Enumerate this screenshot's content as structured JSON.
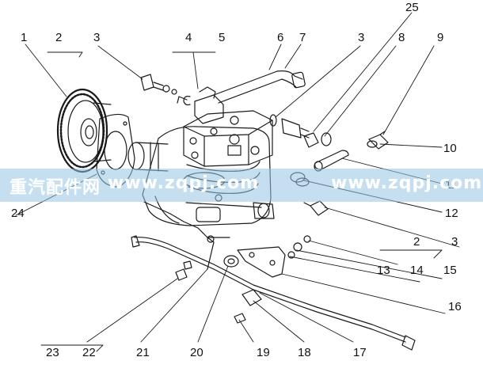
{
  "callouts": {
    "1": "1",
    "2": "2",
    "3": "3",
    "4": "4",
    "5": "5",
    "6": "6",
    "7": "7",
    "3b": "3",
    "8": "8",
    "9": "9",
    "25": "25",
    "10": "10",
    "11": "11",
    "12": "12",
    "2b": "2",
    "3c": "3",
    "13": "13",
    "14": "14",
    "15": "15",
    "16": "16",
    "24": "24",
    "23": "23",
    "22": "22",
    "21": "21",
    "20": "20",
    "19": "19",
    "18": "18",
    "17": "17"
  },
  "watermark": {
    "brand": "重汽配件网",
    "site_left": "www.zqpj.com",
    "site_right": "www.zqpj.com"
  },
  "colors": {
    "line": "#1a1a1a",
    "banner": "#96c4e6",
    "watermark_text": "#ffffff"
  }
}
